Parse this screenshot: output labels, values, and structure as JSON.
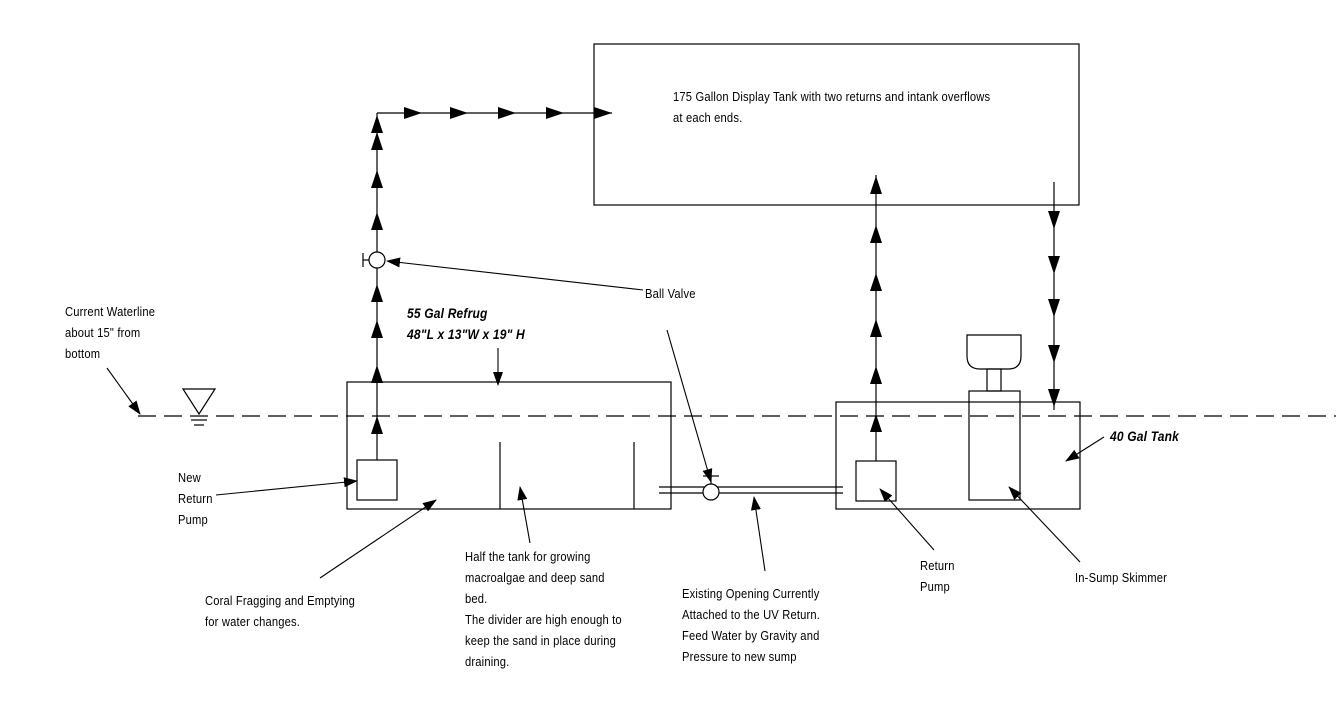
{
  "labels": {
    "display_tank": "175 Gallon Display Tank with two returns and intank overflows\nat each ends.",
    "ball_valve": "Ball Valve",
    "refug": "55 Gal Refrug\n48\"L x 13\"W x 19\" H",
    "waterline": "Current Waterline\nabout 15\" from\nbottom",
    "new_return_pump": "New\nReturn\nPump",
    "sump_tank": "40 Gal Tank",
    "half_tank": "Half the tank for growing\nmacroalgae and deep sand\nbed.\nThe divider are high enough to\nkeep the sand in place during\ndraining.",
    "coral_fragging": "Coral Fragging and Emptying\nfor water changes.",
    "existing_opening": "Existing Opening Currently\nAttached to the UV Return.\nFeed Water by Gravity and\nPressure to new sump",
    "return_pump": "Return\nPump",
    "skimmer": "In-Sump Skimmer"
  },
  "colors": {
    "ink": "#000000",
    "paper": "#ffffff"
  }
}
